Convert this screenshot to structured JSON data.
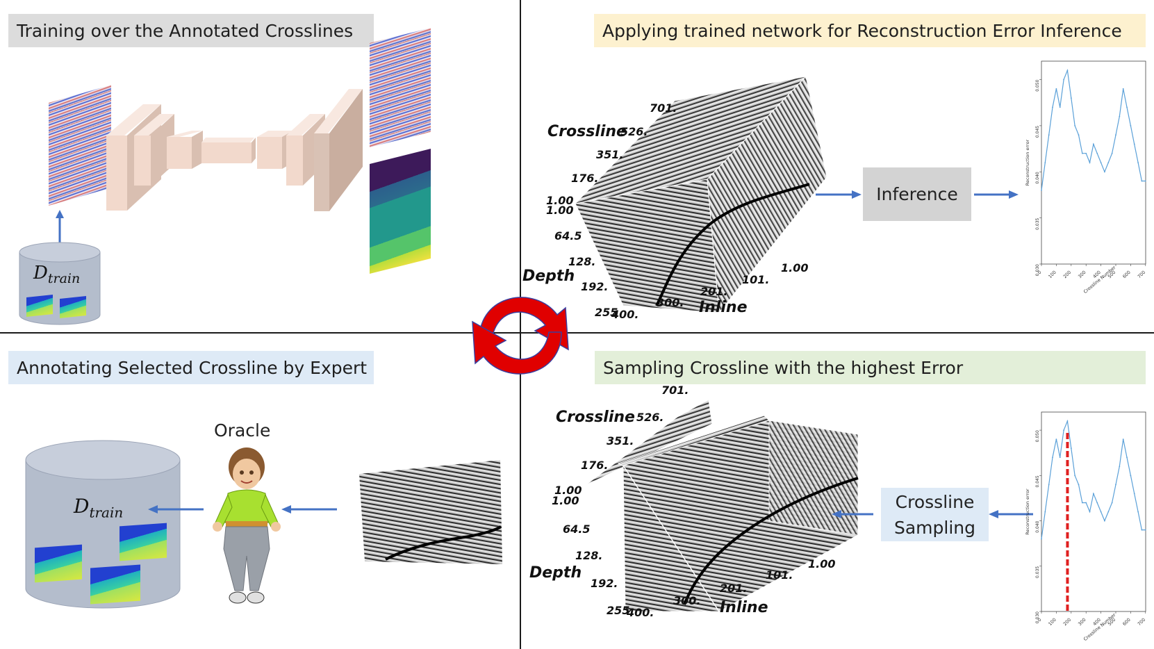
{
  "quadrants": {
    "top_left": {
      "title": "Training over the Annotated Crosslines",
      "dataset_label_main": "D",
      "dataset_label_sub": "train"
    },
    "top_right": {
      "title": "Applying trained network for Reconstruction Error Inference",
      "process_box": "Inference",
      "axes": {
        "crossline_title": "Crossline",
        "crossline_ticks": [
          "701.",
          "526.",
          "351.",
          "176.",
          "1.00"
        ],
        "depth_title": "Depth",
        "depth_ticks": [
          "1.00",
          "64.5",
          "128.",
          "192.",
          "255"
        ],
        "inline_title": "Inline",
        "inline_ticks": [
          "1.00",
          "101.",
          "201.",
          "300.",
          "400."
        ]
      }
    },
    "bottom_left": {
      "title": "Annotating Selected Crossline by Expert",
      "oracle_label": "Oracle",
      "dataset_label_main": "D",
      "dataset_label_sub": "train"
    },
    "bottom_right": {
      "title": "Sampling Crossline with the highest Error",
      "process_box_line1": "Crossline",
      "process_box_line2": "Sampling",
      "axes": {
        "crossline_title": "Crossline",
        "crossline_ticks": [
          "701.",
          "526.",
          "351.",
          "176.",
          "1.00"
        ],
        "depth_title": "Depth",
        "depth_ticks": [
          "1.00",
          "64.5",
          "128.",
          "192.",
          "255"
        ],
        "inline_title": "Inline",
        "inline_ticks": [
          "1.00",
          "101.",
          "201.",
          "300.",
          "400."
        ]
      }
    }
  },
  "colors": {
    "arrow_blue": "#4472c4",
    "cycle_red": "#e00000",
    "cycle_outline": "#3a3fa0",
    "network_block": "#f2d9cc",
    "network_block_side": "#d4b9aa",
    "error_line": "#5aa0d8",
    "selected_marker": "#e02020"
  },
  "chart_data": [
    {
      "type": "line",
      "title": "",
      "xlabel": "Crossline Number",
      "ylabel": "Reconstruction error",
      "xlim": [
        0,
        701
      ],
      "ylim": [
        0.03,
        0.052
      ],
      "x_ticks": [
        "0",
        "100",
        "200",
        "300",
        "400",
        "500",
        "600",
        "700"
      ],
      "y_ticks": [
        "0.030",
        "0.035",
        "0.040",
        "0.045",
        "0.050"
      ],
      "x": [
        0,
        25,
        50,
        75,
        100,
        125,
        150,
        175,
        200,
        225,
        250,
        275,
        300,
        325,
        350,
        375,
        400,
        425,
        450,
        475,
        500,
        525,
        550,
        575,
        600,
        625,
        650,
        675,
        700
      ],
      "series": [
        {
          "values": [
            0.038,
            0.041,
            0.044,
            0.047,
            0.049,
            0.047,
            0.05,
            0.051,
            0.048,
            0.045,
            0.044,
            0.042,
            0.042,
            0.041,
            0.043,
            0.042,
            0.041,
            0.04,
            0.041,
            0.042,
            0.044,
            0.046,
            0.049,
            0.047,
            0.045,
            0.043,
            0.041,
            0.039,
            0.039
          ]
        }
      ]
    },
    {
      "type": "line",
      "title": "",
      "xlabel": "Crossline Number",
      "ylabel": "Reconstruction error",
      "xlim": [
        0,
        701
      ],
      "ylim": [
        0.03,
        0.052
      ],
      "x_ticks": [
        "0",
        "100",
        "200",
        "300",
        "400",
        "500",
        "600",
        "700"
      ],
      "y_ticks": [
        "0.030",
        "0.035",
        "0.040",
        "0.045",
        "0.050"
      ],
      "x": [
        0,
        25,
        50,
        75,
        100,
        125,
        150,
        175,
        200,
        225,
        250,
        275,
        300,
        325,
        350,
        375,
        400,
        425,
        450,
        475,
        500,
        525,
        550,
        575,
        600,
        625,
        650,
        675,
        700
      ],
      "series": [
        {
          "values": [
            0.038,
            0.041,
            0.044,
            0.047,
            0.049,
            0.047,
            0.05,
            0.051,
            0.048,
            0.045,
            0.044,
            0.042,
            0.042,
            0.041,
            0.043,
            0.042,
            0.041,
            0.04,
            0.041,
            0.042,
            0.044,
            0.046,
            0.049,
            0.047,
            0.045,
            0.043,
            0.041,
            0.039,
            0.039
          ]
        }
      ],
      "selected_x": 175
    }
  ]
}
